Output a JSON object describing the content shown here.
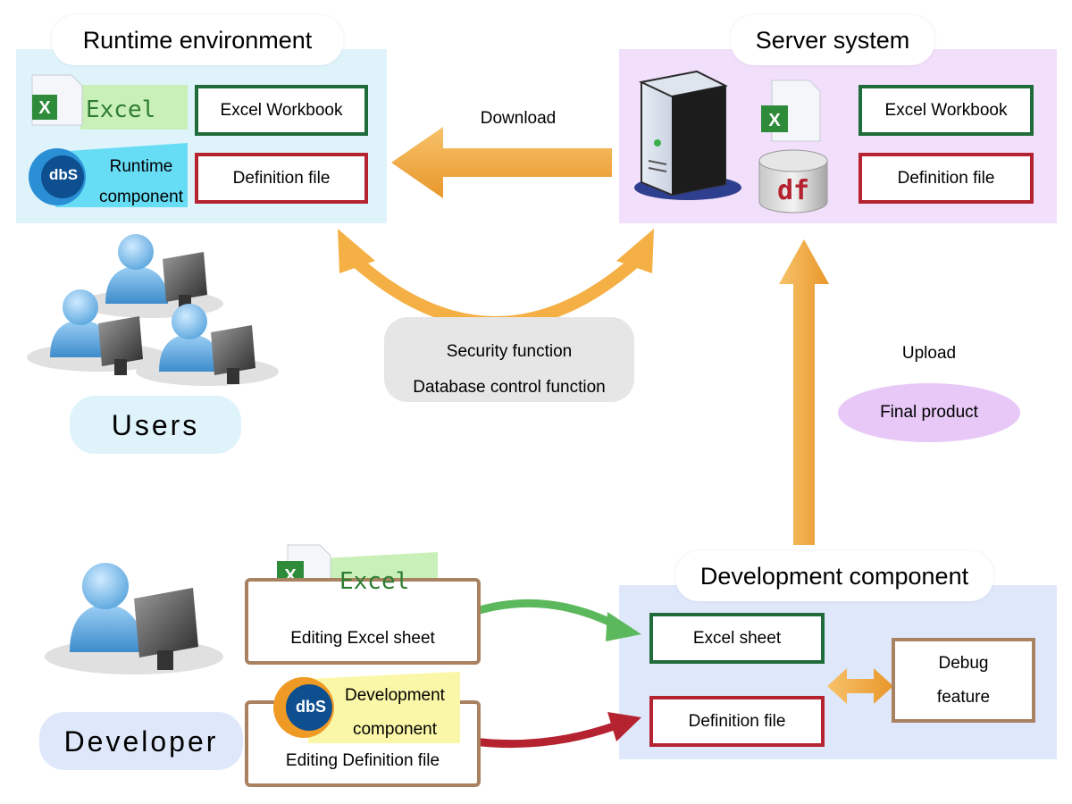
{
  "runtime": {
    "title": "Runtime environment",
    "excel_label": "Excel",
    "runtime_line1": "Runtime",
    "runtime_line2": "component",
    "workbook": "Excel Workbook",
    "definition": "Definition file"
  },
  "server": {
    "title": "Server system",
    "workbook": "Excel Workbook",
    "definition": "Definition file",
    "db_label": "df"
  },
  "download_label": "Download",
  "functions": {
    "line1": "Security function",
    "line2": "Database control function"
  },
  "upload_label": "Upload",
  "final_product": "Final product",
  "users_label": "Users",
  "developer_label": "Developer",
  "dev_tools": {
    "excel_label": "Excel",
    "excel_caption": "Editing Excel sheet",
    "dev_line1": "Development",
    "dev_line2": "component",
    "def_caption": "Editing Definition file"
  },
  "dev_component": {
    "title": "Development component",
    "excel_sheet": "Excel sheet",
    "definition": "Definition file",
    "debug_line1": "Debug",
    "debug_line2": "feature"
  },
  "dbs_logo": "dbS",
  "colors": {
    "runtime_bg": "#dff3fb",
    "server_bg": "#f1dffb",
    "dev_bg": "#dfe8fb",
    "arrow_orange": "#f0a93a",
    "arrow_green": "#5cb85c",
    "arrow_red": "#b52330",
    "excel_green": "#c9f0b8",
    "runtime_cyan": "#67dcf5",
    "dev_yellow": "#fbf7a8"
  }
}
